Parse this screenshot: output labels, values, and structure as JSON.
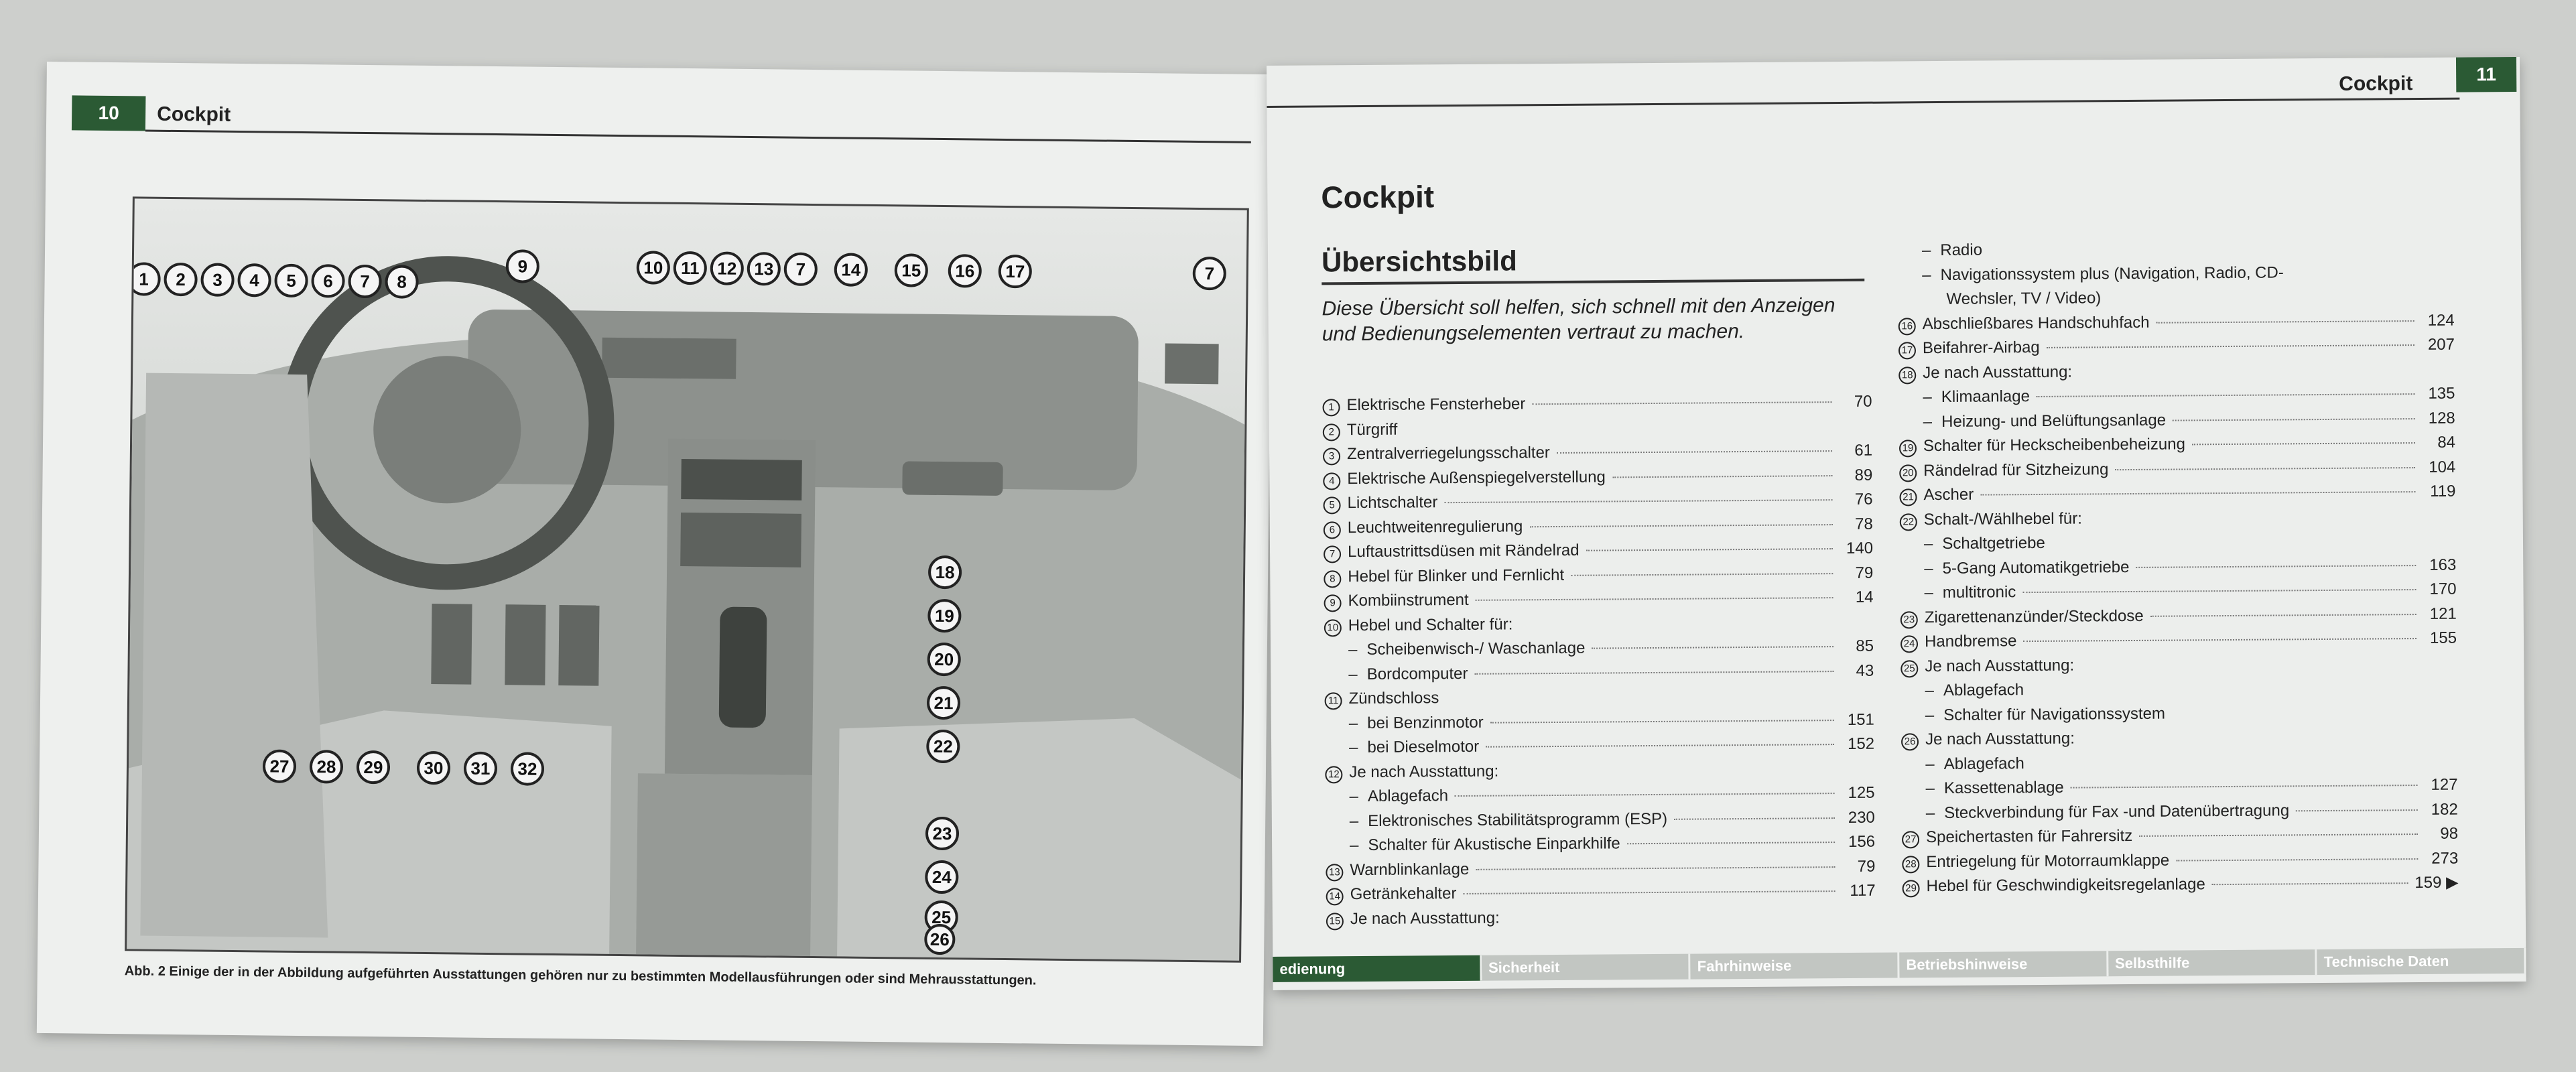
{
  "left_page": {
    "page_number": "10",
    "running_head": "Cockpit",
    "figure": {
      "callouts": [
        "1",
        "2",
        "3",
        "4",
        "5",
        "6",
        "7",
        "8",
        "9",
        "10",
        "11",
        "12",
        "13",
        "7",
        "14",
        "15",
        "16",
        "17",
        "7",
        "18",
        "19",
        "20",
        "21",
        "22",
        "23",
        "24",
        "25",
        "26",
        "27",
        "28",
        "29",
        "30",
        "31",
        "32"
      ]
    },
    "caption": "Abb. 2  Einige der in der Abbildung aufgeführten Ausstattungen gehören nur zu bestimmten Modellausführungen oder sind Mehrausstattungen."
  },
  "right_page": {
    "page_number": "11",
    "running_head": "Cockpit",
    "title": "Cockpit",
    "section_title": "Übersichtsbild",
    "intro": "Diese Übersicht soll helfen, sich schnell mit den Anzeigen und Bedienungselementen vertraut zu machen.",
    "col1": [
      {
        "n": "1",
        "t": "Elektrische Fensterheber",
        "p": "70"
      },
      {
        "n": "2",
        "t": "Türgriff",
        "p": ""
      },
      {
        "n": "3",
        "t": "Zentralverriegelungsschalter",
        "p": "61"
      },
      {
        "n": "4",
        "t": "Elektrische Außenspiegelverstellung",
        "p": "89"
      },
      {
        "n": "5",
        "t": "Lichtschalter",
        "p": "76"
      },
      {
        "n": "6",
        "t": "Leuchtweitenregulierung",
        "p": "78"
      },
      {
        "n": "7",
        "t": "Luftaustrittsdüsen mit Rändelrad",
        "p": "140"
      },
      {
        "n": "8",
        "t": "Hebel für Blinker und Fernlicht",
        "p": "79"
      },
      {
        "n": "9",
        "t": "Kombiinstrument",
        "p": "14"
      },
      {
        "n": "10",
        "t": "Hebel und Schalter für:",
        "p": ""
      },
      {
        "d": 1,
        "t": "Scheibenwisch-/ Waschanlage",
        "p": "85"
      },
      {
        "d": 1,
        "t": "Bordcomputer",
        "p": "43"
      },
      {
        "n": "11",
        "t": "Zündschloss",
        "p": ""
      },
      {
        "d": 1,
        "t": "bei Benzinmotor",
        "p": "151"
      },
      {
        "d": 1,
        "t": "bei Dieselmotor",
        "p": "152"
      },
      {
        "n": "12",
        "t": "Je nach Ausstattung:",
        "p": ""
      },
      {
        "d": 1,
        "t": "Ablagefach",
        "p": "125"
      },
      {
        "d": 1,
        "t": "Elektronisches Stabilitätsprogramm (ESP)",
        "p": "230"
      },
      {
        "d": 1,
        "t": "Schalter für Akustische Einparkhilfe",
        "p": "156"
      },
      {
        "n": "13",
        "t": "Warnblinkanlage",
        "p": "79"
      },
      {
        "n": "14",
        "t": "Getränkehalter",
        "p": "117"
      },
      {
        "n": "15",
        "t": "Je nach Ausstattung:",
        "p": ""
      }
    ],
    "col2": [
      {
        "d": 1,
        "t": "Radio",
        "p": ""
      },
      {
        "d": 1,
        "t": "Navigationssystem plus (Navigation, Radio, CD-",
        "p": ""
      },
      {
        "d": 2,
        "t": "Wechsler, TV / Video)",
        "p": ""
      },
      {
        "n": "16",
        "t": "Abschließbares Handschuhfach",
        "p": "124"
      },
      {
        "n": "17",
        "t": "Beifahrer-Airbag",
        "p": "207"
      },
      {
        "n": "18",
        "t": "Je nach Ausstattung:",
        "p": ""
      },
      {
        "d": 1,
        "t": "Klimaanlage",
        "p": "135"
      },
      {
        "d": 1,
        "t": "Heizung- und Belüftungsanlage",
        "p": "128"
      },
      {
        "n": "19",
        "t": "Schalter für Heckscheibenbeheizung",
        "p": "84"
      },
      {
        "n": "20",
        "t": "Rändelrad für Sitzheizung",
        "p": "104"
      },
      {
        "n": "21",
        "t": "Ascher",
        "p": "119"
      },
      {
        "n": "22",
        "t": "Schalt-/Wählhebel für:",
        "p": ""
      },
      {
        "d": 1,
        "t": "Schaltgetriebe",
        "p": ""
      },
      {
        "d": 1,
        "t": "5-Gang Automatikgetriebe",
        "p": "163"
      },
      {
        "d": 1,
        "t": "multitronic",
        "p": "170"
      },
      {
        "n": "23",
        "t": "Zigarettenanzünder/Steckdose",
        "p": "121"
      },
      {
        "n": "24",
        "t": "Handbremse",
        "p": "155"
      },
      {
        "n": "25",
        "t": "Je nach Ausstattung:",
        "p": ""
      },
      {
        "d": 1,
        "t": "Ablagefach",
        "p": ""
      },
      {
        "d": 1,
        "t": "Schalter für Navigationssystem",
        "p": ""
      },
      {
        "n": "26",
        "t": "Je nach Ausstattung:",
        "p": ""
      },
      {
        "d": 1,
        "t": "Ablagefach",
        "p": ""
      },
      {
        "d": 1,
        "t": "Kassettenablage",
        "p": "127"
      },
      {
        "d": 1,
        "t": "Steckverbindung für Fax -und Datenübertragung",
        "p": "182"
      },
      {
        "n": "27",
        "t": "Speichertasten für Fahrersitz",
        "p": "98"
      },
      {
        "n": "28",
        "t": "Entriegelung für Motorraumklappe",
        "p": "273"
      },
      {
        "n": "29",
        "t": "Hebel für Geschwindigkeitsregelanlage",
        "p": "159 ▶"
      }
    ],
    "tabs": [
      "edienung",
      "Sicherheit",
      "Fahrhinweise",
      "Betriebshinweise",
      "Selbsthilfe",
      "Technische Daten"
    ]
  }
}
